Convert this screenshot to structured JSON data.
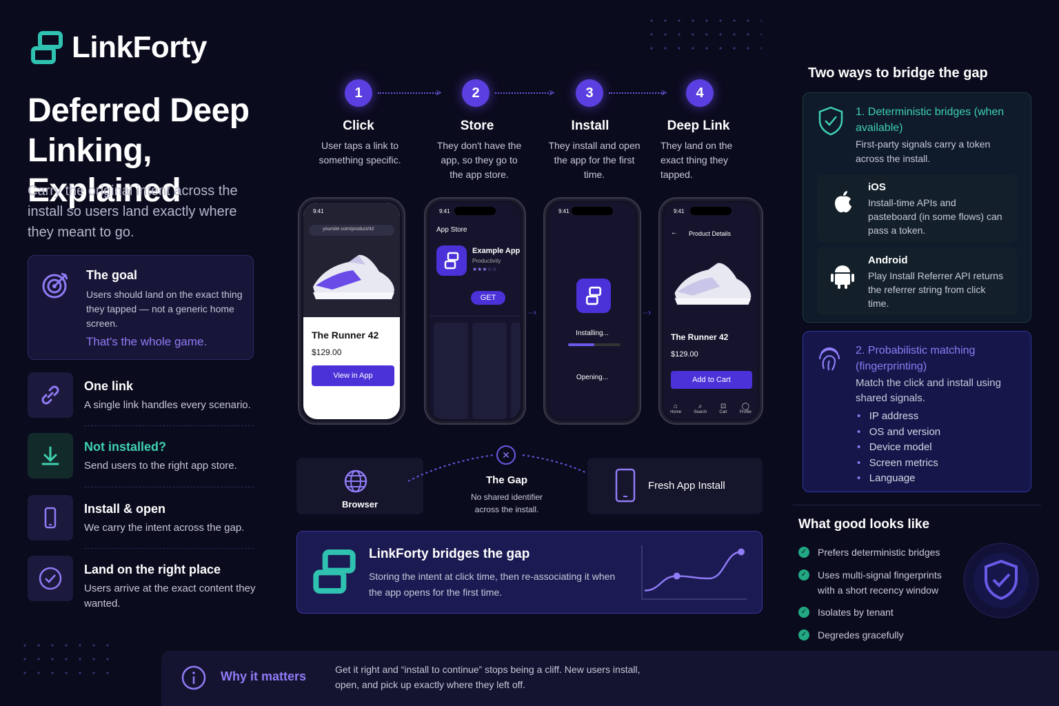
{
  "brand": {
    "name": "LinkForty"
  },
  "hero": {
    "title": "Deferred Deep Linking, Explained",
    "subtitle": "Carry the original intent across the install so users land exactly where they meant to go."
  },
  "goal": {
    "title": "The goal",
    "description": "Users should land on the exact thing they tapped — not a generic home screen.",
    "accent": "That's the whole game."
  },
  "features": [
    {
      "title": "One link",
      "description": "A single link handles every scenario."
    },
    {
      "title": "Not installed?",
      "description": "Send users to the right app store."
    },
    {
      "title": "Install & open",
      "description": "We carry the intent across the gap."
    },
    {
      "title": "Land on the right place",
      "description": "Users arrive at the exact content they wanted."
    }
  ],
  "steps": [
    {
      "number": "1",
      "title": "Click",
      "description": "User taps a link to something specific."
    },
    {
      "number": "2",
      "title": "Store",
      "description": "They don't have the app, so they go to the app store."
    },
    {
      "number": "3",
      "title": "Install",
      "description": "They install and open the app for the first time."
    },
    {
      "number": "4",
      "title": "Deep Link",
      "description": "They land on the exact thing they tapped."
    }
  ],
  "phones": {
    "time": "9:41",
    "browser": {
      "url": "yoursite.com/product/42",
      "product": "The Runner 42",
      "price": "$129.00",
      "button": "View in App"
    },
    "store": {
      "header": "App Store",
      "app_name": "Example App",
      "category": "Productivity",
      "button": "GET"
    },
    "install": {
      "installing": "Installing...",
      "opening": "Opening..."
    },
    "app": {
      "header": "Product Details",
      "product": "The Runner 42",
      "price": "$129.00",
      "button": "Add to Cart",
      "tabs": [
        "Home",
        "Search",
        "Cart",
        "Profile"
      ]
    }
  },
  "gap": {
    "left": "Browser",
    "title": "The Gap",
    "description": "No shared identifier across the install.",
    "right": "Fresh App Install"
  },
  "bridge": {
    "title": "LinkForty bridges the gap",
    "description": "Storing the intent at click time, then re-associating it when the app opens for the first time.",
    "trend": [
      0.15,
      0.45,
      0.4,
      0.95
    ]
  },
  "right": {
    "title": "Two ways to bridge the gap",
    "deterministic": {
      "title": "1. Deterministic bridges (when available)",
      "description": "First-party signals carry a token across the install.",
      "ios": {
        "title": "iOS",
        "description": "Install-time APIs and pasteboard (in some flows) can pass a token."
      },
      "android": {
        "title": "Android",
        "description": "Play Install Referrer API returns the referrer string from click time."
      }
    },
    "probabilistic": {
      "title": "2. Probabilistic matching (fingerprinting)",
      "description": "Match the click and install using shared signals.",
      "signals": [
        "IP address",
        "OS and version",
        "Device model",
        "Screen metrics",
        "Language"
      ]
    }
  },
  "good": {
    "title": "What good looks like",
    "items": [
      "Prefers deterministic bridges",
      "Uses multi-signal fingerprints with a short recency window",
      "Isolates by tenant",
      "Degredes gracefully"
    ]
  },
  "why": {
    "title": "Why it matters",
    "description": "Get it right and “install to continue” stops being a cliff. New users install, open, and pick up exactly where they left off."
  },
  "colors": {
    "background": "#0b0b1e",
    "accent": "#5b3fe0",
    "teal": "#3fd1b0",
    "violet": "#8f7cf7"
  }
}
